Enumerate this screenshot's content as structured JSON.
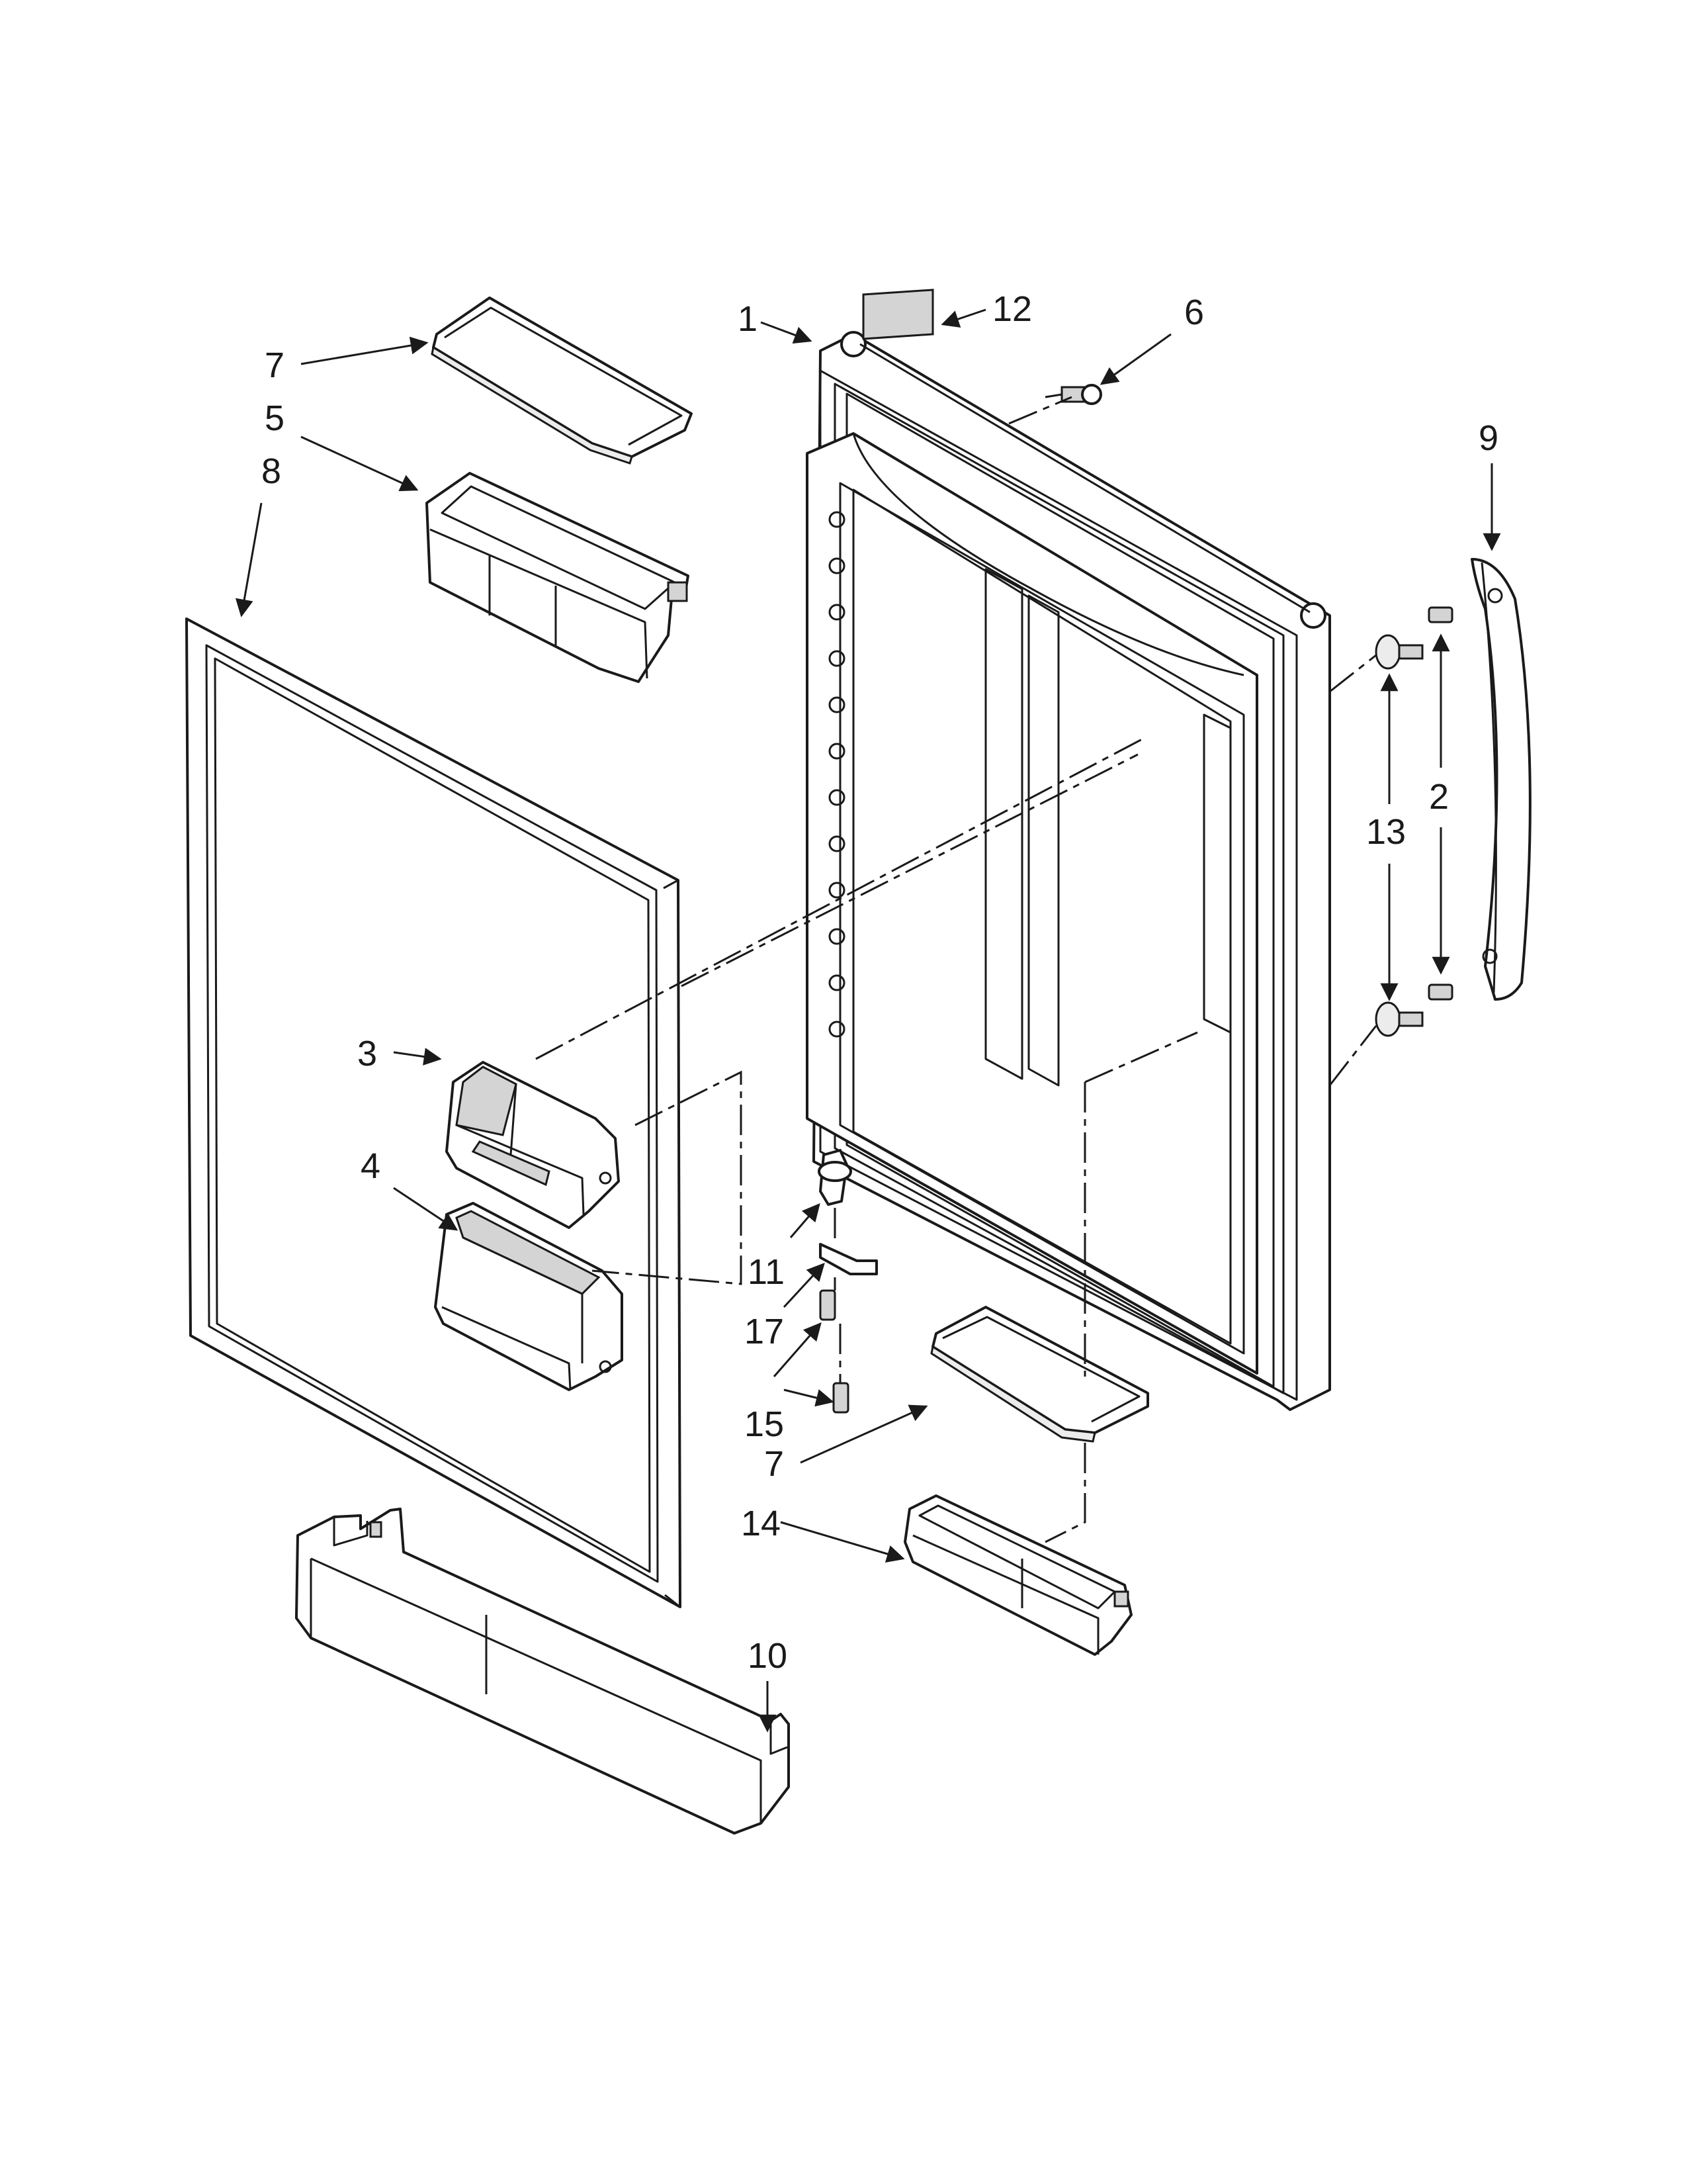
{
  "callouts": [
    {
      "id": "c1",
      "label": "1"
    },
    {
      "id": "c2",
      "label": "2"
    },
    {
      "id": "c3",
      "label": "3"
    },
    {
      "id": "c4",
      "label": "4"
    },
    {
      "id": "c5",
      "label": "5"
    },
    {
      "id": "c6",
      "label": "6"
    },
    {
      "id": "c7a",
      "label": "7"
    },
    {
      "id": "c7b",
      "label": "7"
    },
    {
      "id": "c8",
      "label": "8"
    },
    {
      "id": "c9",
      "label": "9"
    },
    {
      "id": "c10",
      "label": "10"
    },
    {
      "id": "c11",
      "label": "11"
    },
    {
      "id": "c12",
      "label": "12"
    },
    {
      "id": "c13",
      "label": "13"
    },
    {
      "id": "c14",
      "label": "14"
    },
    {
      "id": "c15",
      "label": "15"
    },
    {
      "id": "c17",
      "label": "17"
    }
  ],
  "colors": {
    "line": "#1a1a1a",
    "background": "#ffffff",
    "shade": "#d4d4d4"
  }
}
